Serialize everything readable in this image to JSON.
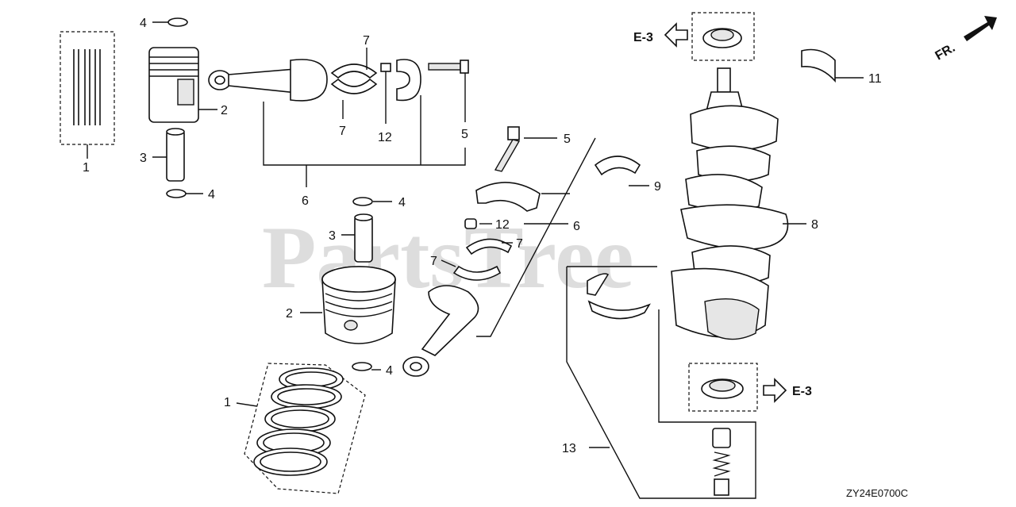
{
  "diagram": {
    "watermark": "PartsTree",
    "diagram_code": "ZY24E0700C",
    "front_marker": "FR.",
    "ref_left_top": "E-3",
    "ref_right_bottom": "E-3",
    "callouts": {
      "c1a": "1",
      "c1b": "1",
      "c2a": "2",
      "c2b": "2",
      "c3a": "3",
      "c3b": "3",
      "c4a": "4",
      "c4b": "4",
      "c4c": "4",
      "c4d": "4",
      "c5a": "5",
      "c5b": "5",
      "c6a": "6",
      "c6b": "6",
      "c7a": "7",
      "c7b": "7",
      "c7c": "7",
      "c7d": "7",
      "c8": "8",
      "c9": "9",
      "c11": "11",
      "c12a": "12",
      "c12b": "12",
      "c13": "13"
    }
  }
}
